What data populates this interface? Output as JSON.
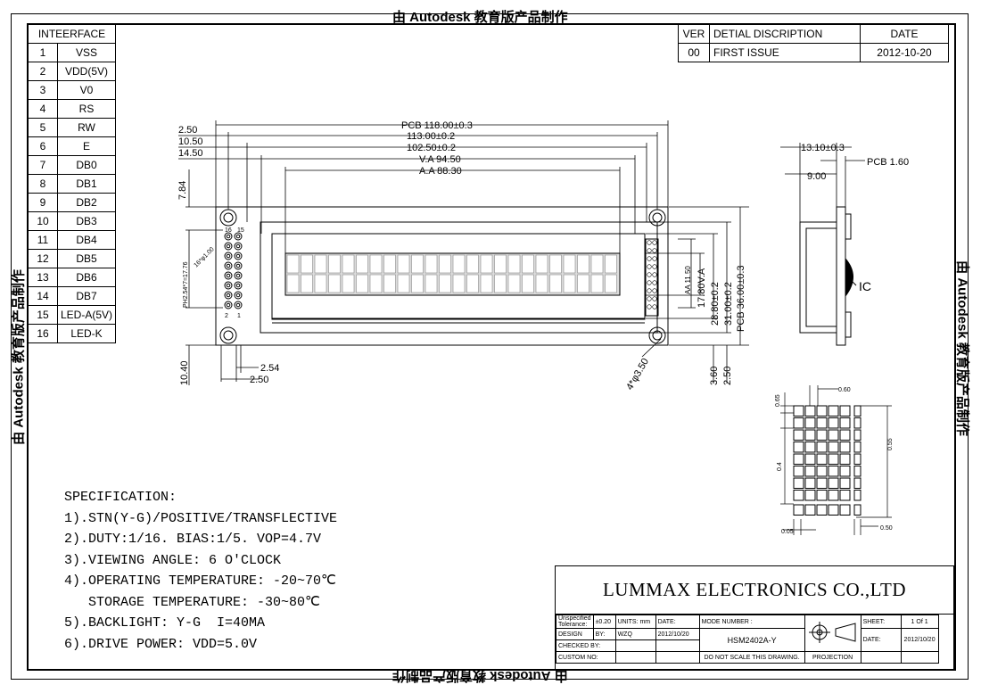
{
  "watermark": "由 Autodesk 教育版产品制作",
  "interface_table": {
    "header": "INTEERFACE",
    "rows": [
      {
        "no": "1",
        "sig": "VSS"
      },
      {
        "no": "2",
        "sig": "VDD(5V)"
      },
      {
        "no": "3",
        "sig": "V0"
      },
      {
        "no": "4",
        "sig": "RS"
      },
      {
        "no": "5",
        "sig": "RW"
      },
      {
        "no": "6",
        "sig": "E"
      },
      {
        "no": "7",
        "sig": "DB0"
      },
      {
        "no": "8",
        "sig": "DB1"
      },
      {
        "no": "9",
        "sig": "DB2"
      },
      {
        "no": "10",
        "sig": "DB3"
      },
      {
        "no": "11",
        "sig": "DB4"
      },
      {
        "no": "12",
        "sig": "DB5"
      },
      {
        "no": "13",
        "sig": "DB6"
      },
      {
        "no": "14",
        "sig": "DB7"
      },
      {
        "no": "15",
        "sig": "LED-A(5V)"
      },
      {
        "no": "16",
        "sig": "LED-K"
      }
    ]
  },
  "revision_table": {
    "headers": [
      "VER",
      "DETIAL DISCRIPTION",
      "DATE"
    ],
    "row": [
      "00",
      "FIRST ISSUE",
      "2012-10-20"
    ]
  },
  "dimensions": {
    "pcb_w": "PCB 118.00±0.3",
    "w113": "113.00±0.2",
    "w1025": "102.50±0.2",
    "va_w": "V.A 94.50",
    "aa_w": "A.A 88.30",
    "l250": "2.50",
    "l1050": "10.50",
    "l1450": "14.50",
    "h784": "7.84",
    "h1040": "10.40",
    "b254": "2.54",
    "b250": "2.50",
    "pitch": "PH2.54*7=17.76",
    "pin_d": "16*φ1.00",
    "pin16": "16",
    "pin15": "15",
    "pin2": "2",
    "pin1": "1",
    "hole": "4*φ3.50",
    "aa_h": "AA 11.50",
    "va_h": "17.80V.A",
    "h288": "28.80±0.2",
    "h310": "31.00±0.2",
    "pcb_h": "PCB 36.00±0.3",
    "r360": "3.60",
    "r250": "2.50",
    "side_t": "13.10±0.3",
    "side_pcb": "PCB 1.60",
    "side_900": "9.00",
    "ic": "IC"
  },
  "char_detail": {
    "d060": "0.60",
    "d065": "0.65",
    "d055": "0.55",
    "d04": "0.4",
    "d005": "0.05",
    "d050": "0.50"
  },
  "spec_lines": [
    "SPECIFICATION:",
    "1).STN(Y-G)/POSITIVE/TRANSFLECTIVE",
    "2).DUTY:1/16. BIAS:1/5. VOP=4.7V",
    "3).VIEWING ANGLE: 6 O'CLOCK",
    "4).OPERATING TEMPERATURE: -20~70℃",
    "   STORAGE TEMPERATURE: -30~80℃",
    "5).BACKLIGHT: Y-G  I=40MA",
    "6).DRIVE POWER: VDD=5.0V"
  ],
  "title_block": {
    "company": "LUMMAX ELECTRONICS CO.,LTD",
    "tolerance_label": "Unspecified Tolerance:",
    "tolerance": "±0.20",
    "units": "UNITS: mm",
    "date_label": "DATE:",
    "model_label": "MODE NUMBER :",
    "model": "HSM2402A-Y",
    "design_label": "DESIGN",
    "by_label": "BY:",
    "designer": "WZQ",
    "design_date": "2012/10/20",
    "checked_label": "CHECKED BY:",
    "custom_label": "CUSTOM NO:",
    "no_scale": "DO NOT SCALE THIS DRAWING.",
    "projection": "PROJECTION",
    "sheet_label": "SHEET:",
    "sheet": "1 Of 1",
    "date2_label": "DATE:",
    "date2": "2012/10/20"
  }
}
